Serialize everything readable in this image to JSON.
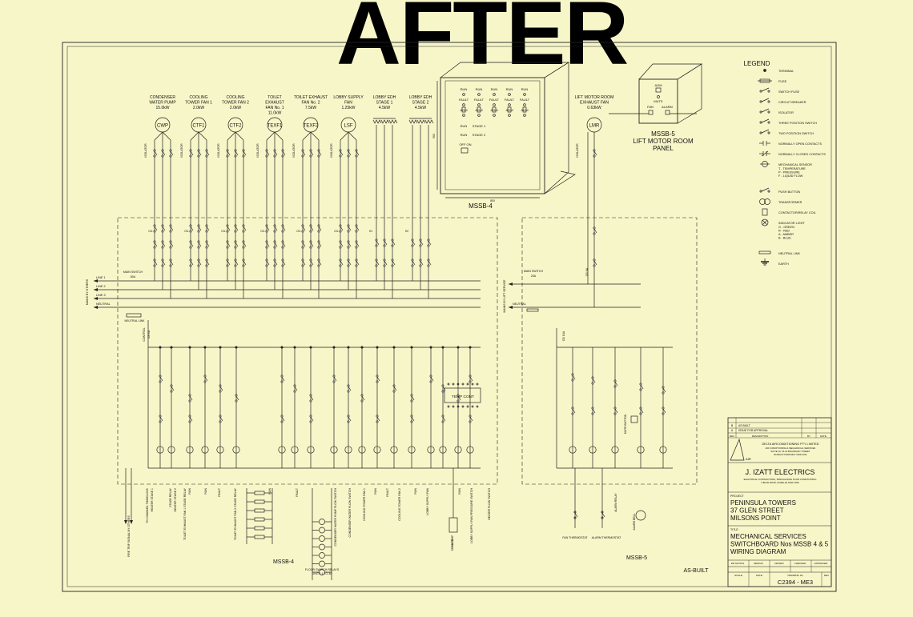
{
  "header": {
    "title": "AFTER"
  },
  "legend": {
    "title": "LEGEND",
    "items": [
      {
        "label": "TERMINAL",
        "icon": "terminal-icon"
      },
      {
        "label": "FUSE",
        "icon": "fuse-icon"
      },
      {
        "label": "SWITCH FUSE",
        "icon": "switch-fuse-icon"
      },
      {
        "label": "CIRCUIT BREAKER",
        "icon": "circuit-breaker-icon"
      },
      {
        "label": "ISOLATOR",
        "icon": "isolator-icon"
      },
      {
        "label": "THREE POSITION SWITCH",
        "icon": "three-position-switch-icon"
      },
      {
        "label": "TWO POSITION SWITCH",
        "icon": "two-position-switch-icon"
      },
      {
        "label": "NORMALLY OPEN CONTACTS",
        "icon": "no-contacts-icon"
      },
      {
        "label": "NORMALLY CLOSED CONTACTS",
        "icon": "nc-contacts-icon"
      },
      {
        "label": "MECHANICAL SENSOR",
        "icon": "mechanical-sensor-icon"
      },
      {
        "label": "PUSH BUTTON",
        "icon": "push-button-icon"
      },
      {
        "label": "TRANSFORMER",
        "icon": "transformer-icon"
      },
      {
        "label": "CONTACTOR/RELAY COIL",
        "icon": "relay-coil-icon"
      },
      {
        "label": "INDICATOR LIGHT",
        "icon": "indicator-light-icon"
      },
      {
        "label": "NEUTRAL LINK",
        "icon": "neutral-link-icon"
      },
      {
        "label": "EARTH",
        "icon": "earth-icon"
      }
    ],
    "sensor_sub": [
      "T - TEMPERATURE",
      "P - PRESSURE",
      "F - LIQUID FLOW"
    ],
    "light_sub": [
      "G - GREEN",
      "R - RED",
      "A - AMBER",
      "B - BLUE"
    ]
  },
  "loads": [
    {
      "code": "CWP",
      "title": [
        "CONDENSER",
        "WATER PUMP",
        "15.0kW"
      ]
    },
    {
      "code": "CTF1",
      "title": [
        "COOLING",
        "TOWER FAN 1",
        "2.0kW"
      ]
    },
    {
      "code": "CTF2",
      "title": [
        "COOLING",
        "TOWER FAN 2",
        "2.0kW"
      ]
    },
    {
      "code": "TEXF1",
      "title": [
        "TOILET",
        "EXHAUST",
        "FAN No. 1",
        "11.0kW"
      ]
    },
    {
      "code": "TEXF2",
      "title": [
        "TOILET EXHAUST",
        "FAN No. 2",
        "7.5kW"
      ]
    },
    {
      "code": "LSF",
      "title": [
        "LOBBY SUPPLY",
        "FAN",
        "1.25kW"
      ]
    }
  ],
  "heaters": [
    {
      "title": [
        "LOBBY EDH",
        "STAGE 1",
        "4.5kW"
      ]
    },
    {
      "title": [
        "LOBBY EDH",
        "STAGE 2",
        "4.5kW"
      ]
    }
  ],
  "lift_fan": {
    "code": "LMR",
    "title": [
      "LIFT MOTOR ROOM",
      "EXHAUST FAN",
      "0.63kW"
    ]
  },
  "panel_mssb4": {
    "label": "MSSB-4",
    "indicators": [
      "RUN",
      "FAULT",
      "AOM"
    ],
    "stages": [
      "STAGE 1",
      "STAGE 2"
    ],
    "off_on": "OFF ON",
    "dim_w": "800",
    "dim_h": "900"
  },
  "panel_mssb5": {
    "label": [
      "MSSB-5",
      "LIFT MOTOR ROOM",
      "PANEL"
    ],
    "aom": "AOM",
    "mute": "MUTE",
    "fan": "FAN",
    "alarm": "ALARM"
  },
  "lines": {
    "line1": "LINE 1",
    "line2": "LINE 2",
    "line3": "LINE 3",
    "neutral": "NEUTRAL",
    "neutral_link": "NEUTRAL LINK",
    "main_switch": "MAIN SWITCH",
    "main_switch_amps": "80A",
    "main_switch_5": "MAIN SWITCH",
    "main_switch_5_amps": "20A",
    "mains_from": "MAINS BY OTHERS",
    "mains_lift": "MAINS BY LIFT SERVICE",
    "control": "CONTROL",
    "control_cb": "CB 6A",
    "cb_16a": "CB 16A",
    "cb_6a": "CB 6A"
  },
  "isolator_label": "ISOLATOR",
  "temp_cont": "TEMP CONT",
  "bottom_labels": [
    "TO CHANNEL TIMECLOCK",
    "STAGE RELAY",
    "TOILET EXHAUST FAN 1 STAGE RELAY",
    "RUN",
    "FAULT",
    "TOILET EXHAUST FAN 2 STAGE RELAY",
    "RUN",
    "FAULT",
    "CONDENSER WATER PUMP FLOW SWITCH",
    "CONDENSER WATER FLOW SWITCH",
    "COOLING TOWER FAN 1",
    "RUN",
    "FAULT",
    "COOLING TOWER FAN 2",
    "RUN",
    "LOBBY SUPPLY FAN",
    "RUN",
    "LOBBY SUPPLY FAN PRESSURE SWITCH",
    "HEATER FLOW SWITCH",
    "HEATER STAGE 1",
    "HEATER STAGE 2",
    "RUN"
  ],
  "fire_signal": "FIRE TRIP SIGNAL BY OTHERS",
  "floor_switch": [
    "FLOOR SWITCH RELAYS",
    "UNITS 1 TO 36"
  ],
  "sa_temp": [
    "SA TEMP",
    "SENSOR"
  ],
  "fan_thermostat": "FAN THERMOSTAT",
  "alarm_thermostat": "ALARM THERMOSTAT",
  "alarm_relay": "ALARM RELAY",
  "alarm_bell": "ALARM BELL",
  "mute_button": "MUTE BUTTON",
  "section_labels": {
    "mssb4": "MSSB-4",
    "mssb5": "MSSB-5"
  },
  "as_built": "AS-BUILT",
  "title_block": {
    "revisions": [
      {
        "rev": "B",
        "desc": "AS BUILT"
      },
      {
        "rev": "A",
        "desc": "ISSUE FOR APPROVAL"
      }
    ],
    "rev_head": [
      "REV",
      "DESCRIPTION",
      "BY",
      "DATE"
    ],
    "consultant": "DELTA AIRCONDITIONING PTY LIMITED",
    "consultant_sub": [
      "AIR CONDITIONING & MECHANICAL SERVICES",
      "SUITE 10, 15-19 BOUNDARY STREET",
      "RUSHCUTTERS BAY NSW 2011"
    ],
    "contractor": "J. IZATT ELECTRICS",
    "contractor_sub": [
      "ELECTRICAL CONTRACTORS, SPECIALISING IN AIR CONDITIONING",
      "5 BLUE ROAD, ROZELLE NSW 2039"
    ],
    "project_label": "PROJECT",
    "project": [
      "PENINSULA TOWERS",
      "37 GLEN STREET",
      "MILSONS POINT"
    ],
    "title_label": "TITLE",
    "title": [
      "MECHANICAL SERVICES",
      "SWITCHBOARD Nos MSSB 4 & 5",
      "WIRING DIAGRAM"
    ],
    "footer_head": [
      "DR STATUS",
      "DESIGN",
      "DRAWN",
      "CHECKED",
      "APPROVED"
    ],
    "footer_head2": [
      "SCALE",
      "DATE",
      "DRAWING No",
      "REV"
    ],
    "drawing_no": "C2394 - ME3"
  }
}
